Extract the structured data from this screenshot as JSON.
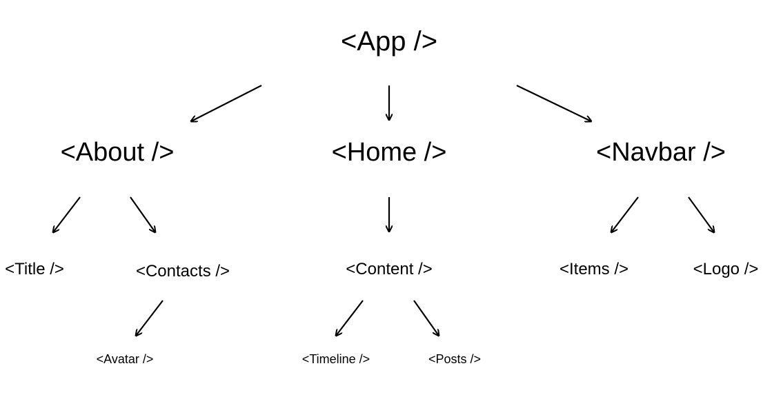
{
  "tree": {
    "app": "<App />",
    "about": "<About />",
    "home": "<Home />",
    "navbar": "<Navbar />",
    "title": "<Title />",
    "contacts": "<Contacts />",
    "content": "<Content />",
    "items": "<Items />",
    "logo": "<Logo />",
    "avatar": "<Avatar />",
    "timeline": "<Timeline />",
    "posts": "<Posts />"
  },
  "edges": [
    [
      "app",
      "about"
    ],
    [
      "app",
      "home"
    ],
    [
      "app",
      "navbar"
    ],
    [
      "about",
      "title"
    ],
    [
      "about",
      "contacts"
    ],
    [
      "home",
      "content"
    ],
    [
      "navbar",
      "items"
    ],
    [
      "navbar",
      "logo"
    ],
    [
      "contacts",
      "avatar"
    ],
    [
      "content",
      "timeline"
    ],
    [
      "content",
      "posts"
    ]
  ],
  "colors": {
    "text": "#000000",
    "arrow": "#000000",
    "background": "#ffffff"
  }
}
